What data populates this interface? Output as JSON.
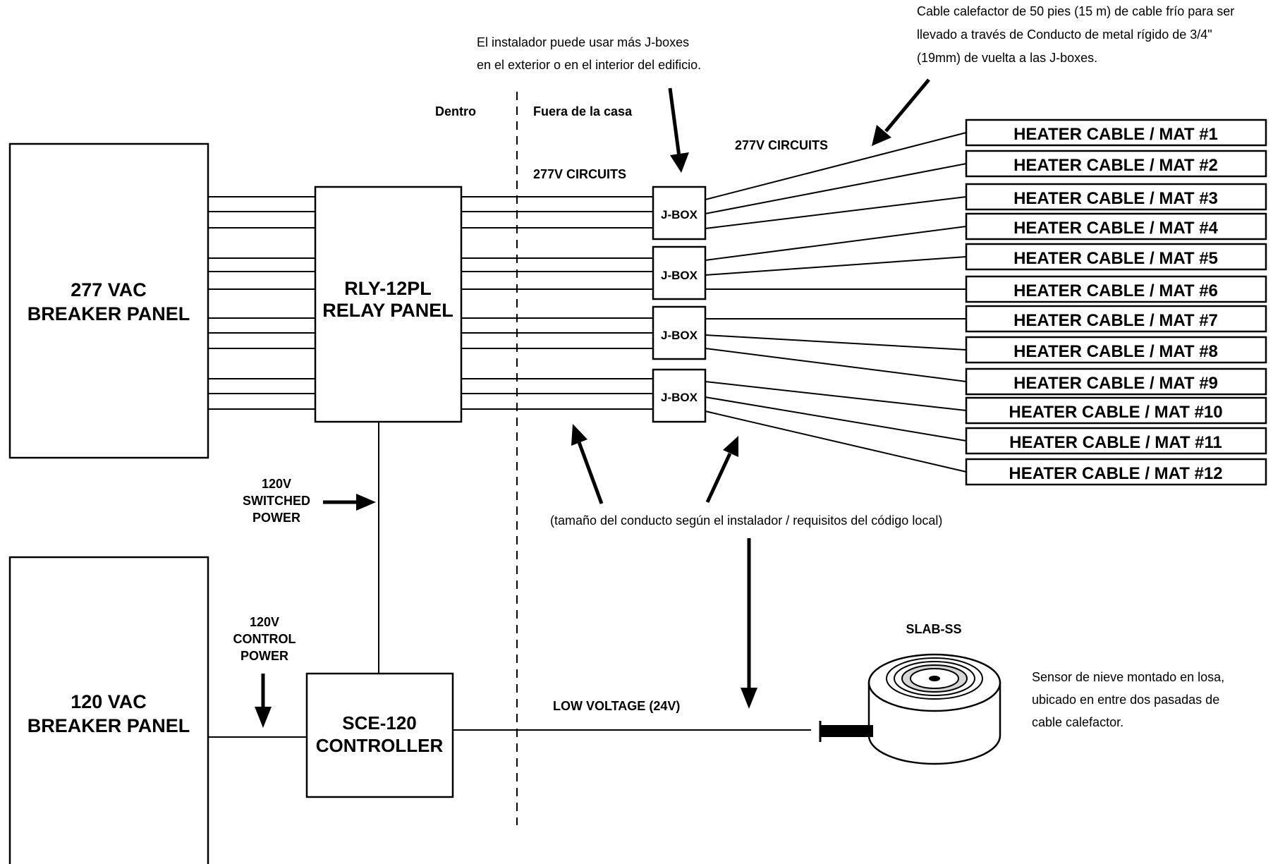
{
  "breaker_277": {
    "line1": "277 VAC",
    "line2": "BREAKER PANEL"
  },
  "relay_panel": {
    "line1": "RLY-12PL",
    "line2": "RELAY PANEL"
  },
  "breaker_120": {
    "line1": "120 VAC",
    "line2": "BREAKER PANEL"
  },
  "controller": {
    "line1": "SCE-120",
    "line2": "CONTROLLER"
  },
  "jbox_label": "J-BOX",
  "switched_power": {
    "line1": "120V",
    "line2": "SWITCHED",
    "line3": "POWER"
  },
  "control_power": {
    "line1": "120V",
    "line2": "CONTROL",
    "line3": "POWER"
  },
  "zone_inside": "Dentro",
  "zone_outside": "Fuera de la casa",
  "circuits_label": "277V CIRCUITS",
  "low_voltage_label": "LOW VOLTAGE (24V)",
  "slab_sensor": {
    "name": "SLAB-SS",
    "note_line1": "Sensor de nieve montado en losa,",
    "note_line2": "ubicado en entre dos pasadas de",
    "note_line3": "cable calefactor."
  },
  "note_jboxes": {
    "line1": "El instalador puede usar más J-boxes",
    "line2": "en el exterior o en el interior del edificio."
  },
  "note_cold_lead": {
    "line1": "Cable calefactor de 50 pies (15 m) de cable frío para ser",
    "line2": "llevado a través de Conducto de metal rígido de 3/4\"",
    "line3": "(19mm) de vuelta a las J-boxes."
  },
  "note_conduit": "(tamaño del conducto según el instalador / requisitos del código local)",
  "heater_cables": [
    "HEATER CABLE / MAT  #1",
    "HEATER CABLE / MAT  #2",
    "HEATER CABLE / MAT  #3",
    "HEATER CABLE / MAT  #4",
    "HEATER CABLE / MAT  #5",
    "HEATER CABLE / MAT  #6",
    "HEATER CABLE / MAT  #7",
    "HEATER CABLE / MAT  #8",
    "HEATER CABLE / MAT  #9",
    "HEATER CABLE / MAT #10",
    "HEATER CABLE / MAT #11",
    "HEATER CABLE / MAT #12"
  ]
}
